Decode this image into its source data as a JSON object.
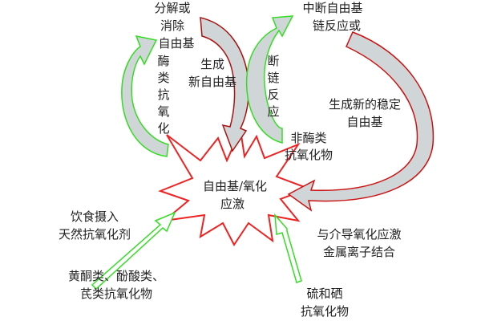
{
  "colors": {
    "green": "#33dd22",
    "red": "#cc1111",
    "dark_red": "#aa1111",
    "band": "#d0d6d8"
  },
  "labels": {
    "decompose": [
      "分解或",
      "消除",
      "自由基"
    ],
    "enzymatic": "酶类抗氧化",
    "new_radicals": [
      "生成",
      "新自由基"
    ],
    "interrupt": [
      "中断自由基",
      "链反应或"
    ],
    "chain_break": "断链反应",
    "stable_radicals": [
      "生成新的稳定",
      "自由基"
    ],
    "non_enzymatic": [
      "非酶类",
      "抗氧化物"
    ],
    "center": [
      "自由基/氧化",
      "应激"
    ],
    "diet": [
      "饮食摄入",
      "天然抗氧化剂"
    ],
    "metal": [
      "与介导氧化应激",
      "金属离子结合"
    ],
    "flavonoids": [
      "黄酮类、酚酸类、",
      "芪类抗氧化物"
    ],
    "sulfur": [
      "硫和硒",
      "抗氧化物"
    ]
  }
}
